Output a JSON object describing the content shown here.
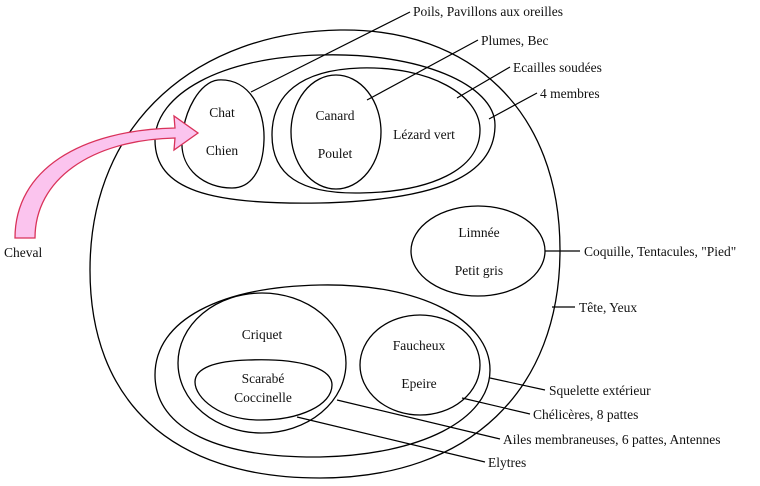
{
  "diagram": {
    "type": "nested-classification-sets",
    "colors": {
      "arrow_fill": "#fbc4ee",
      "arrow_stroke": "#d9325a",
      "line": "#000000"
    },
    "external_item": "Cheval",
    "animals": {
      "chat": "Chat",
      "chien": "Chien",
      "canard": "Canard",
      "poulet": "Poulet",
      "lezard": "Lézard vert",
      "limnee": "Limnée",
      "petit_gris": "Petit gris",
      "criquet": "Criquet",
      "scarabe": "Scarabé",
      "coccinelle": "Coccinelle",
      "faucheux": "Faucheux",
      "epeire": "Epeire"
    },
    "characteristics": {
      "poils": "Poils, Pavillons aux oreilles",
      "plumes": "Plumes, Bec",
      "ecailles": "Ecailles soudées",
      "membres": "4 membres",
      "coquille": "Coquille, Tentacules, \"Pied\"",
      "tete": "Tête, Yeux",
      "squelette": "Squelette extérieur",
      "cheliceres": "Chélicères, 8 pattes",
      "ailes": "Ailes membraneuses, 6 pattes, Antennes",
      "elytres": "Elytres"
    }
  }
}
